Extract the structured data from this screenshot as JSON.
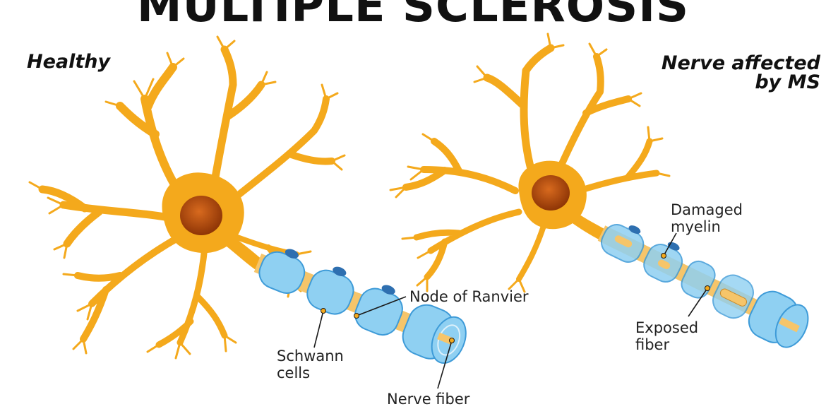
{
  "title": "MULTIPLE SCLEROSIS",
  "panels": {
    "healthy": {
      "title": "Healthy"
    },
    "ms": {
      "title_line1": "Nerve affected",
      "title_line2": "by MS"
    }
  },
  "labels": {
    "node_of_ranvier": "Node of Ranvier",
    "schwann_line1": "Schwann",
    "schwann_line2": "cells",
    "nerve_fiber": "Nerve fiber",
    "damaged_line1": "Damaged",
    "damaged_line2": "myelin",
    "exposed_line1": "Exposed",
    "exposed_line2": "fiber"
  },
  "colors": {
    "neuron": "#F4A91C",
    "neuron_dark": "#E28F0C",
    "nucleus": "#B8480A",
    "myelin": "#8FD0F2",
    "myelin_dark": "#3E9BD8",
    "axon": "#F6C56A",
    "leader": "#1a1a1a"
  }
}
